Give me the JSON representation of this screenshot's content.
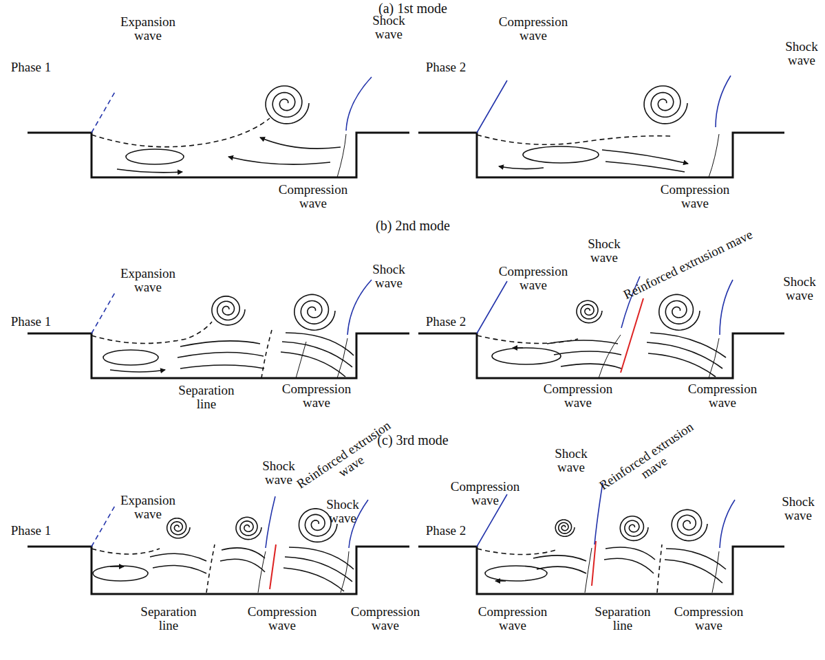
{
  "diagram": {
    "labels": [
      "(a) 1st mode",
      "Phase 1",
      "Expansion wave",
      "Shock wave",
      "Compression wave",
      "Phase 2",
      "Compression wave",
      "Shock wave",
      "Compression wave",
      "(b) 2nd mode",
      "Phase 1",
      "Expansion wave",
      "Shock wave",
      "Separation line",
      "Compression wave",
      "Phase 2",
      "Compression wave",
      "Shock wave",
      "Reinforced extrusion mave",
      "Shock wave",
      "Compression wave",
      "Compression wave",
      "(c) 3rd mode",
      "Phase 1",
      "Shock wave",
      "Expansion wave",
      "Reinforced extrusion wave",
      "Shock wave",
      "Separation line",
      "Compression wave",
      "Compression wave",
      "Phase 2",
      "Compression wave",
      "Shock wave",
      "Reinforced extrusion mave",
      "Shock wave",
      "Compression wave",
      "Separation line",
      "Compression wave"
    ]
  }
}
